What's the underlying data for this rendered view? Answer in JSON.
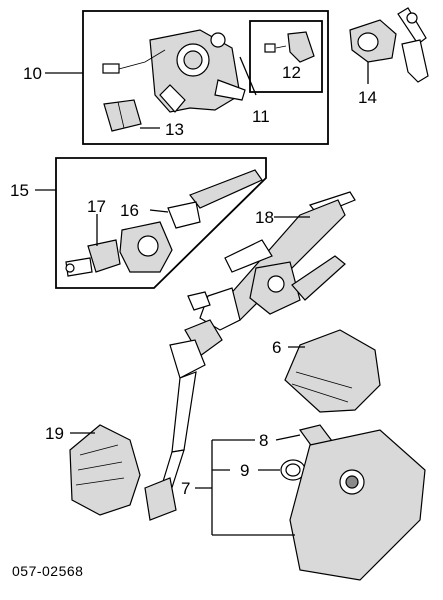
{
  "diagram": {
    "reference_number": "057-02568",
    "callouts": [
      "10",
      "11",
      "12",
      "13",
      "14",
      "15",
      "16",
      "17",
      "18",
      "6",
      "8",
      "9",
      "7",
      "19"
    ]
  }
}
